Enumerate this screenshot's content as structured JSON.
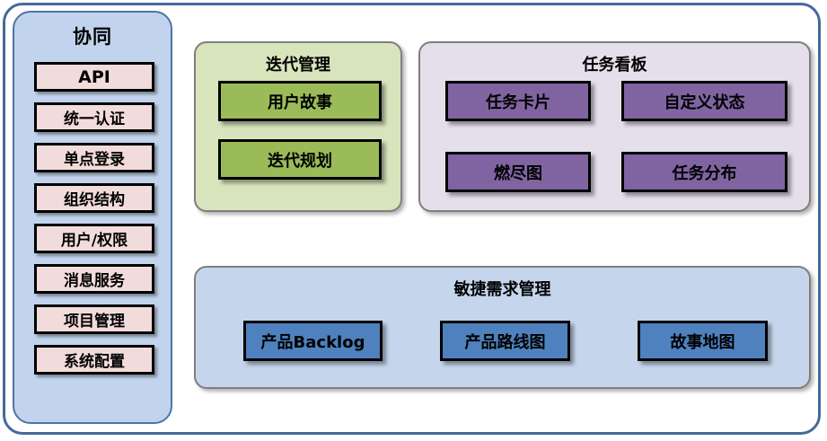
{
  "diagram": {
    "title_region": "agile-collaboration-platform-architecture",
    "colors": {
      "frame_border": "#46699b",
      "sidebar_bg": "#c2d4ed",
      "sidebar_border": "#4d74a8",
      "sidebar_item_bg": "#f2dcdb",
      "iteration_group_bg": "#d8e4bc",
      "iteration_node_bg": "#9bbb59",
      "taskboard_group_bg": "#e5dfec",
      "taskboard_node_bg": "#8064a2",
      "agile_group_bg": "#c5d6ec",
      "agile_node_bg": "#4e81bd",
      "node_border": "#000000",
      "group_border": "#7f7f7f"
    }
  },
  "sidebar": {
    "title": "协同",
    "items": [
      {
        "label": "API",
        "latin": true
      },
      {
        "label": "统一认证",
        "latin": false
      },
      {
        "label": "单点登录",
        "latin": false
      },
      {
        "label": "组织结构",
        "latin": false
      },
      {
        "label": "用户/权限",
        "latin": false
      },
      {
        "label": "消息服务",
        "latin": false
      },
      {
        "label": "项目管理",
        "latin": false
      },
      {
        "label": "系统配置",
        "latin": false
      }
    ]
  },
  "groups": [
    {
      "id": "iteration",
      "title": "迭代管理",
      "nodes": [
        {
          "label": "用户故事"
        },
        {
          "label": "迭代规划"
        }
      ]
    },
    {
      "id": "taskboard",
      "title": "任务看板",
      "nodes": [
        {
          "label": "任务卡片"
        },
        {
          "label": "自定义状态"
        },
        {
          "label": "燃尽图"
        },
        {
          "label": "任务分布"
        }
      ]
    },
    {
      "id": "agile",
      "title": "敏捷需求管理",
      "nodes": [
        {
          "label": "产品Backlog"
        },
        {
          "label": "产品路线图"
        },
        {
          "label": "故事地图"
        }
      ]
    }
  ]
}
